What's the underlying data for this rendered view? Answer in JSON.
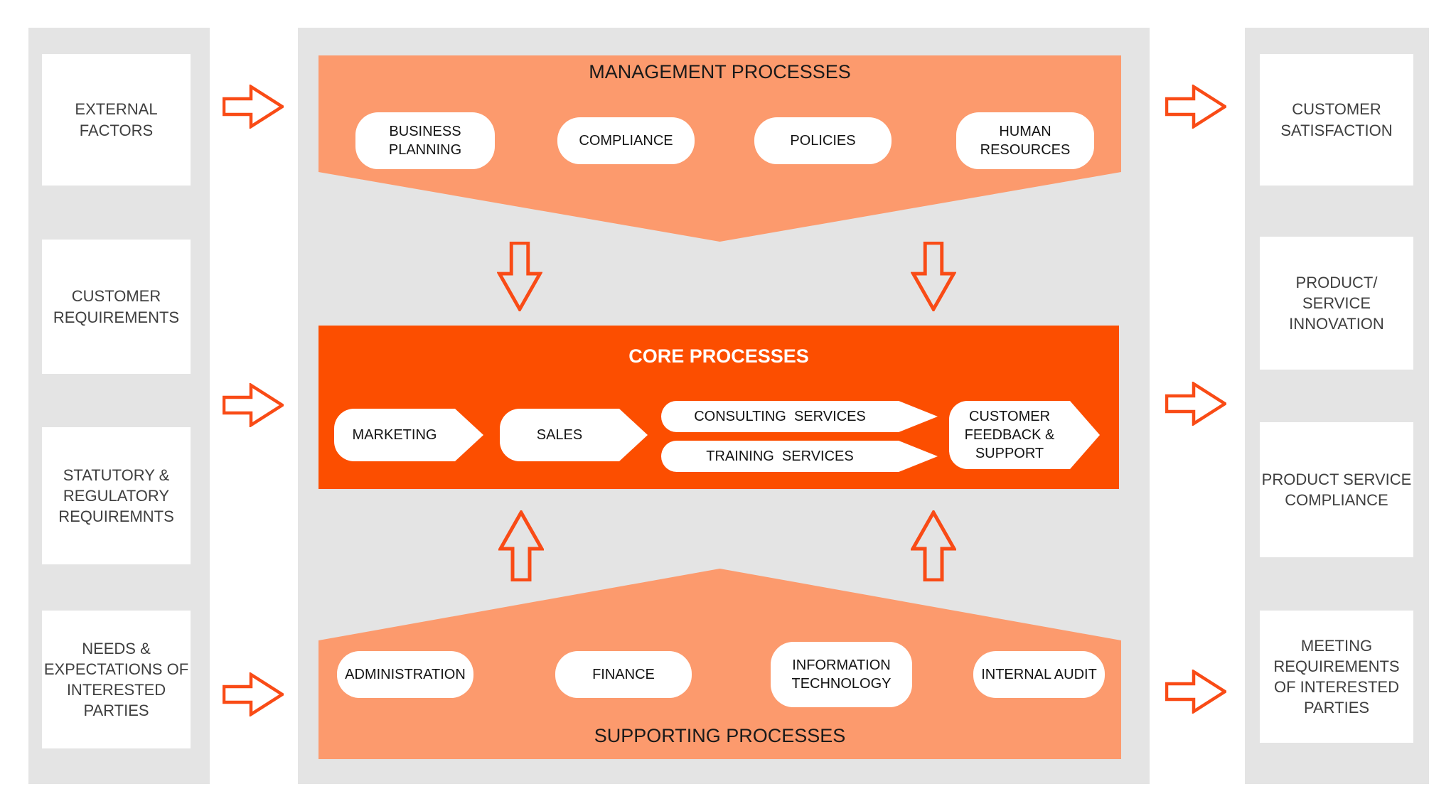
{
  "left_panel": {
    "items": [
      "EXTERNAL\nFACTORS",
      "CUSTOMER\nREQUIREMENTS",
      "STATUTORY &\nREGULATORY\nREQUIREMNTS",
      "NEEDS &\nEXPECTATIONS OF\nINTERESTED\nPARTIES"
    ]
  },
  "management": {
    "title": "MANAGEMENT PROCESSES",
    "items": [
      "BUSINESS\nPLANNING",
      "COMPLIANCE",
      "POLICIES",
      "HUMAN\nRESOURCES"
    ]
  },
  "core": {
    "title": "CORE PROCESSES",
    "items": [
      "MARKETING",
      "SALES",
      "CONSULTING  SERVICES",
      "TRAINING  SERVICES",
      "CUSTOMER\nFEEDBACK &\nSUPPORT"
    ]
  },
  "supporting": {
    "title": "SUPPORTING PROCESSES",
    "items": [
      "ADMINISTRATION",
      "FINANCE",
      "INFORMATION\nTECHNOLOGY",
      "INTERNAL AUDIT"
    ]
  },
  "right_panel": {
    "items": [
      "CUSTOMER\nSATISFACTION",
      "PRODUCT/\nSERVICE\nINNOVATION",
      "PRODUCT SERVICE\nCOMPLIANCE",
      "MEETING\nREQUIREMENTS\nOF INTERESTED\nPARTIES"
    ]
  },
  "colors": {
    "panel_gray": "#e4e4e4",
    "management_fill": "#fc9a6d",
    "core_fill": "#fc4e00",
    "arrow_stroke": "#f94b16",
    "node_fill": "#ffffff",
    "side_text": "#3f3f3f",
    "core_title_text": "#ffffff",
    "label_text": "#141414"
  }
}
